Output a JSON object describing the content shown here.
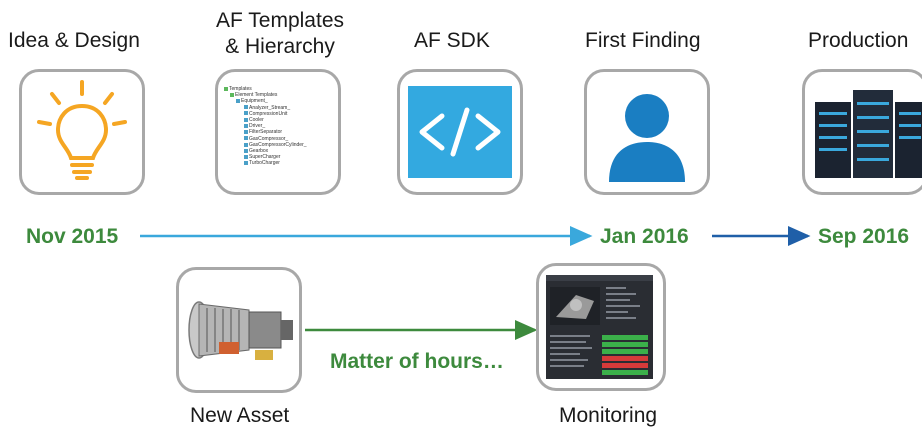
{
  "stages": [
    {
      "label": "Idea & Design",
      "icon": "lightbulb-icon"
    },
    {
      "label_line1": "AF Templates",
      "label_line2": "& Hierarchy",
      "icon": "tree-hierarchy-icon"
    },
    {
      "label": "AF SDK",
      "icon": "code-icon"
    },
    {
      "label": "First Finding",
      "icon": "person-icon"
    },
    {
      "label": "Production",
      "icon": "server-icon"
    }
  ],
  "dates": {
    "start": "Nov 2015",
    "middle": "Jan 2016",
    "end": "Sep 2016"
  },
  "bottom": {
    "left_label": "New Asset",
    "right_label": "Monitoring",
    "arrow_text": "Matter of hours…"
  },
  "tree_items": [
    "Templates",
    "Element Templates",
    "Equipment_",
    "Analyzer_Stream_",
    "CompressionUnit",
    "Cooler",
    "Driver_",
    "FilterSeparator",
    "GasCompressor_",
    "GasCompressorCylinder_",
    "Gearbox",
    "SuperCharger",
    "TurboCharger"
  ],
  "colors": {
    "date_green": "#3d8a3d",
    "arrow_light": "#3aa8dc",
    "arrow_dark": "#1f5fa8",
    "arrow_green": "#3d8a3d",
    "bulb": "#f5a623",
    "code_bg": "#33a9e0",
    "person": "#1a7ec2"
  }
}
